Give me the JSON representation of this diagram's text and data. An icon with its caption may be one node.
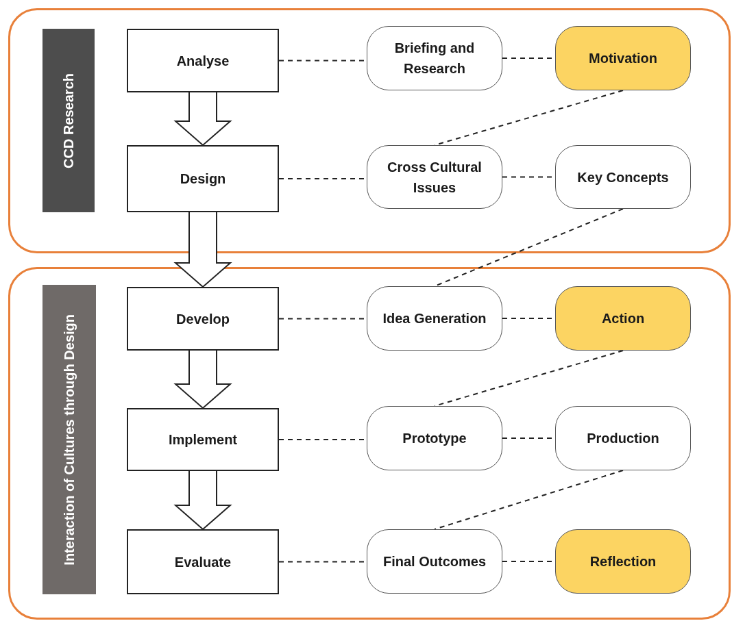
{
  "diagram": {
    "nodes": [
      {
        "text": [],
        "shape": "box"
      },
      {
        "text": [
          "CCD Research"
        ],
        "in": 0
      },
      {
        "text": [
          "Analyse"
        ],
        "in": 0
      },
      {
        "text": [
          "Briefing and Research"
        ],
        "in": 0
      },
      {
        "text": [
          "Motivation"
        ],
        "in": 0
      },
      {
        "text": [
          "Design"
        ],
        "in": 0
      },
      {
        "text": [
          "Cross Cultural Issues"
        ],
        "in": 0
      },
      {
        "text": [
          "Key Concepts"
        ],
        "in": 0
      },
      {
        "text": [],
        "shape": "box"
      },
      {
        "text": [
          "Interaction of Cultures through Design"
        ],
        "in": 8
      },
      {
        "text": [
          "Develop"
        ],
        "in": 8
      },
      {
        "text": [
          "Idea Generation"
        ],
        "in": 8
      },
      {
        "text": [
          "Action"
        ],
        "in": 8
      },
      {
        "text": [
          "Implement"
        ],
        "in": 8
      },
      {
        "text": [
          "Prototype"
        ],
        "in": 8
      },
      {
        "text": [
          "Production"
        ],
        "in": 8
      },
      {
        "text": [
          "Evaluate"
        ],
        "in": 8
      },
      {
        "text": [
          "Final Outcomes"
        ],
        "in": 8
      },
      {
        "text": [
          "Reflection"
        ],
        "in": 8
      }
    ],
    "edges": [
      {
        "from": 2,
        "to": 5,
        "arrow": "to"
      },
      {
        "from": 5,
        "to": 10,
        "arrow": "to"
      },
      {
        "from": 10,
        "to": 13,
        "arrow": "to"
      },
      {
        "from": 13,
        "to": 16,
        "arrow": "to"
      },
      {
        "from": 2,
        "to": 3,
        "arrow": "none",
        "style": "dashed"
      },
      {
        "from": 3,
        "to": 4,
        "arrow": "none",
        "style": "dashed"
      },
      {
        "from": 4,
        "to": 6,
        "arrow": "none",
        "style": "dashed"
      },
      {
        "from": 5,
        "to": 6,
        "arrow": "none",
        "style": "dashed"
      },
      {
        "from": 6,
        "to": 7,
        "arrow": "none",
        "style": "dashed"
      },
      {
        "from": 7,
        "to": 11,
        "arrow": "none",
        "style": "dashed"
      },
      {
        "from": 10,
        "to": 11,
        "arrow": "none",
        "style": "dashed"
      },
      {
        "from": 11,
        "to": 12,
        "arrow": "none",
        "style": "dashed"
      },
      {
        "from": 12,
        "to": 14,
        "arrow": "none",
        "style": "dashed"
      },
      {
        "from": 13,
        "to": 14,
        "arrow": "none",
        "style": "dashed"
      },
      {
        "from": 14,
        "to": 15,
        "arrow": "none",
        "style": "dashed"
      },
      {
        "from": 15,
        "to": 17,
        "arrow": "none",
        "style": "dashed"
      },
      {
        "from": 16,
        "to": 17,
        "arrow": "none",
        "style": "dashed"
      },
      {
        "from": 17,
        "to": 18,
        "arrow": "none",
        "style": "dashed"
      }
    ]
  }
}
